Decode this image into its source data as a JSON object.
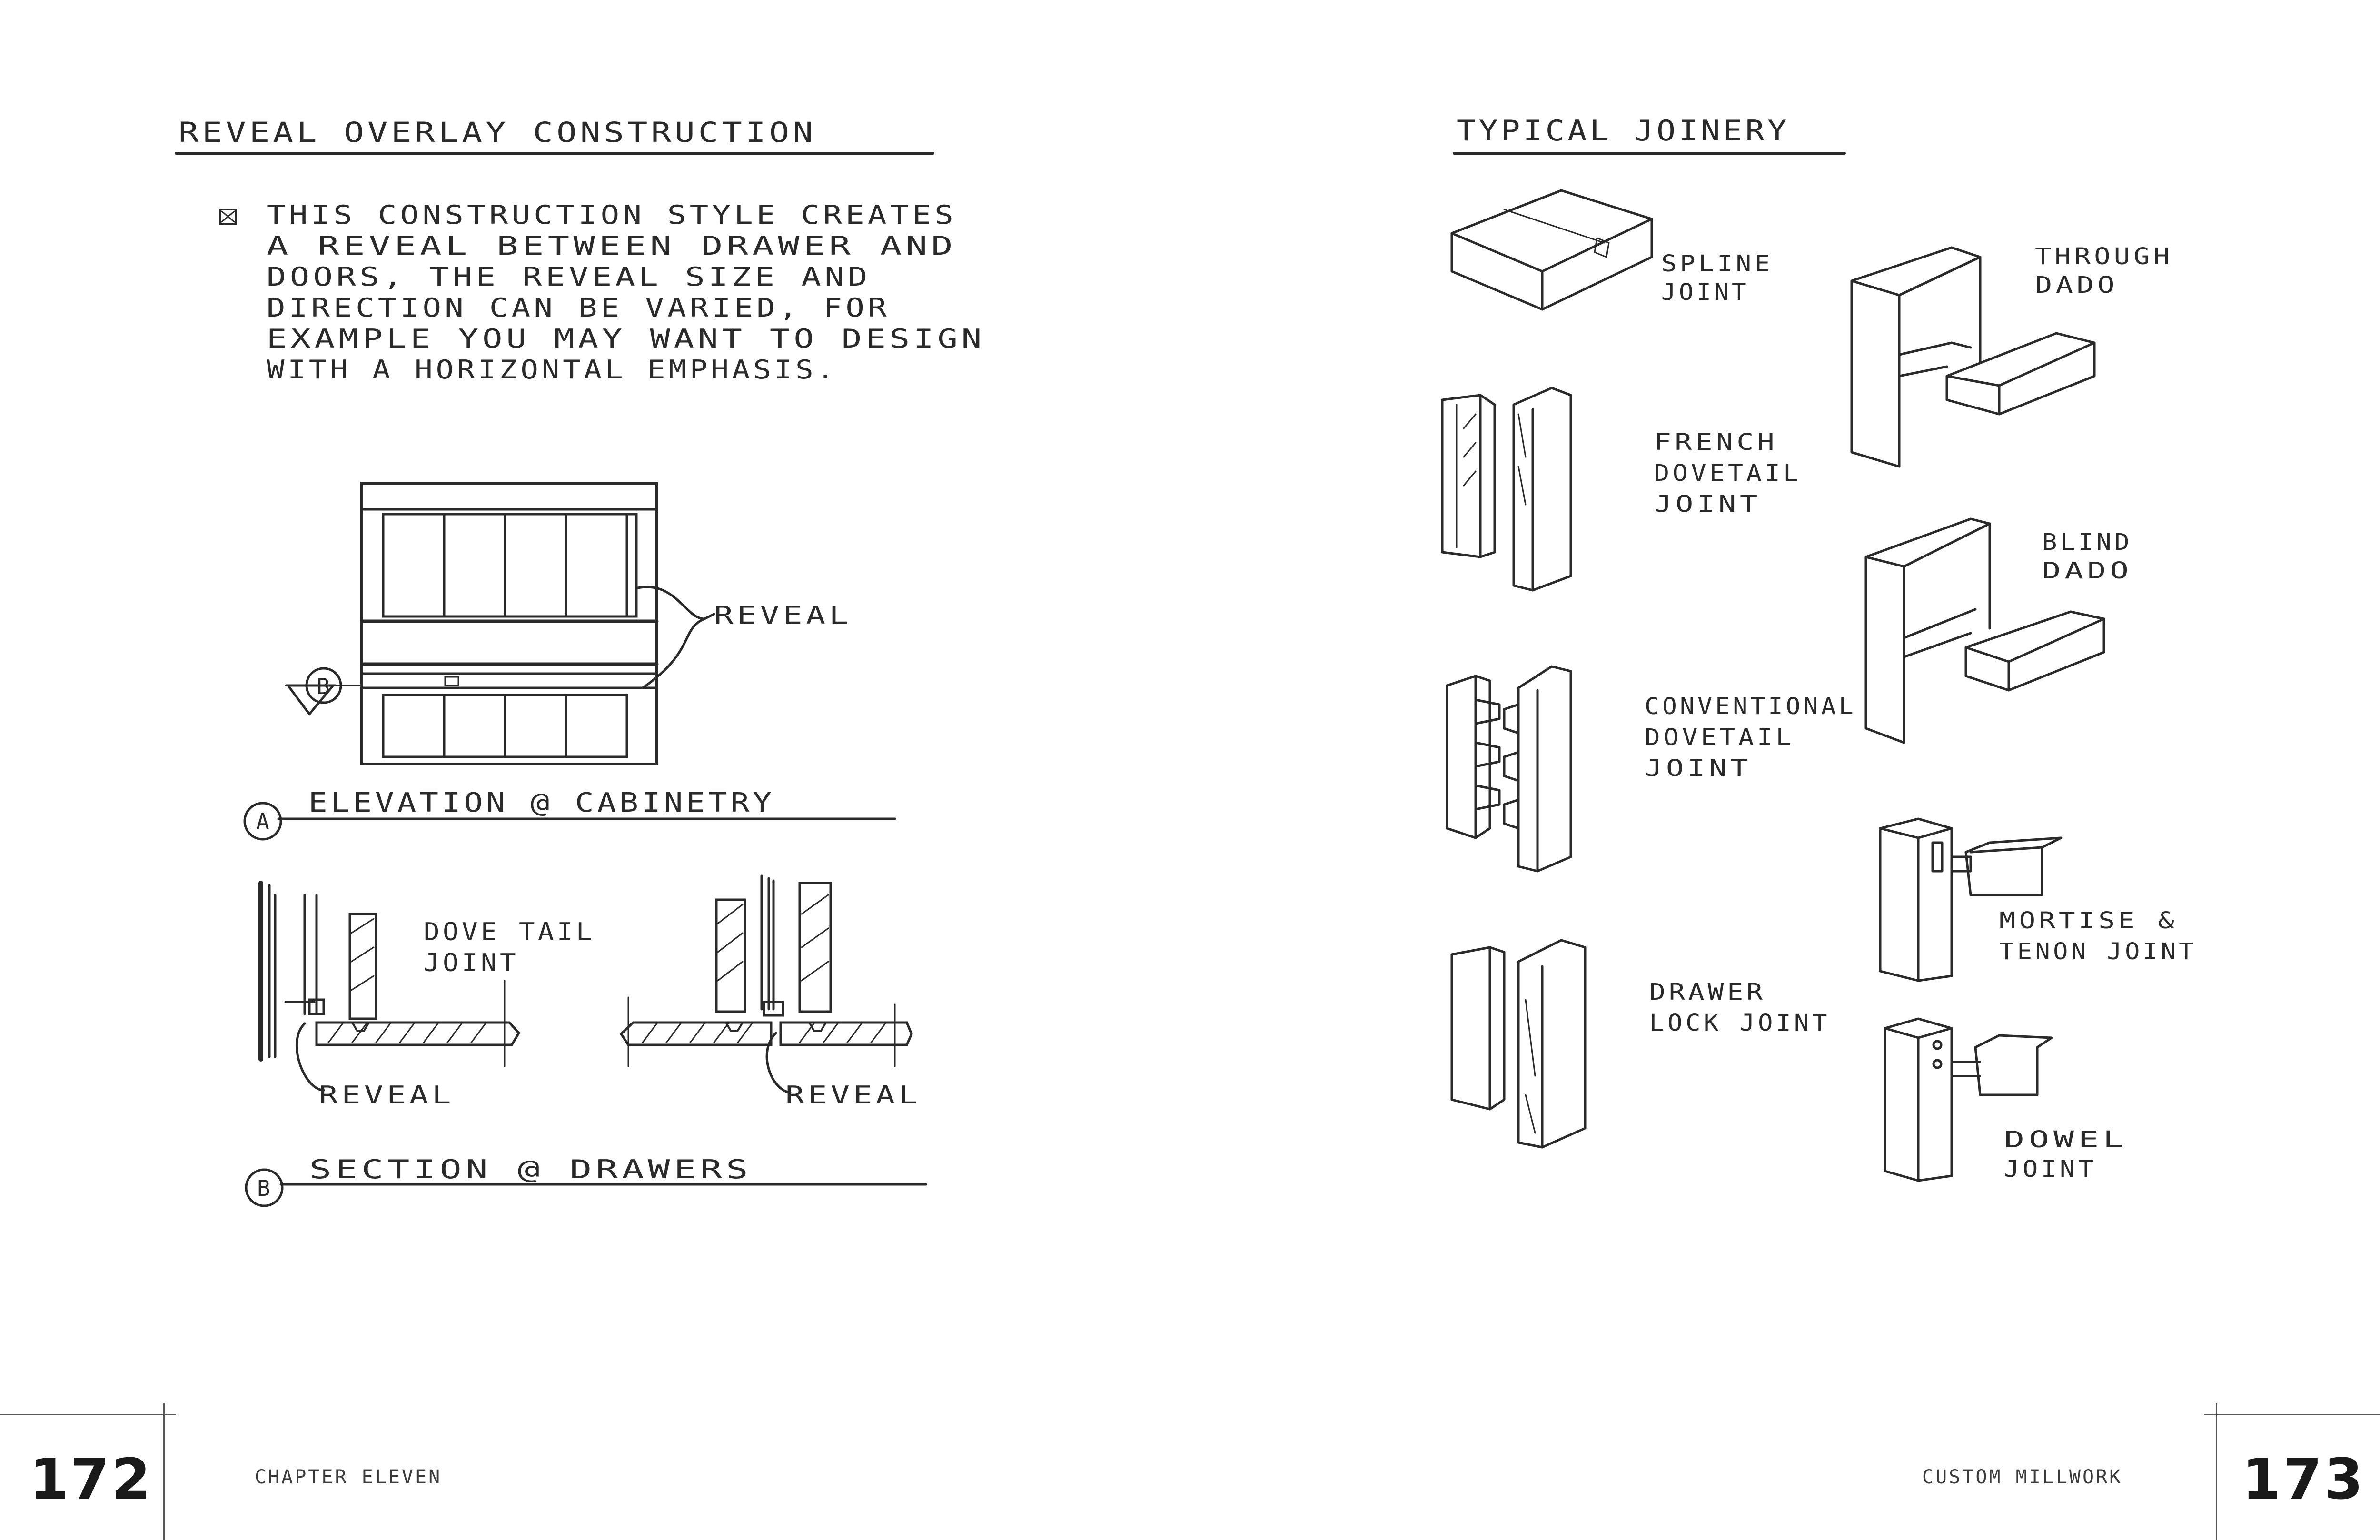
{
  "left_page": {
    "title": "REVEAL OVERLAY CONSTRUCTION",
    "bullet_lines": [
      "THIS CONSTRUCTION STYLE CREATES",
      "A REVEAL BETWEEN DRAWER AND",
      "DOORS, THE REVEAL SIZE AND",
      "DIRECTION CAN BE VARIED, FOR",
      "EXAMPLE YOU MAY WANT TO DESIGN",
      "WITH A HORIZONTAL EMPHASIS."
    ],
    "elevation": {
      "callout_label": "REVEAL",
      "section_marker": "B",
      "caption_marker": "A",
      "caption": "ELEVATION @ CABINETRY"
    },
    "section": {
      "joint_label_line1": "DOVE TAIL",
      "joint_label_line2": "JOINT",
      "reveal_left": "REVEAL",
      "reveal_right": "REVEAL",
      "caption_marker": "B",
      "caption": "SECTION @ DRAWERS"
    },
    "page_number": "172",
    "running_head": "CHAPTER ELEVEN"
  },
  "right_page": {
    "title": "TYPICAL JOINERY",
    "joints": {
      "spline": [
        "SPLINE",
        "JOINT"
      ],
      "through_dado": [
        "THROUGH",
        "DADO"
      ],
      "french_dovetail": [
        "FRENCH",
        "DOVETAIL",
        "JOINT"
      ],
      "blind_dado": [
        "BLIND",
        "DADO"
      ],
      "conventional_dovetail": [
        "CONVENTIONAL",
        "DOVETAIL",
        "JOINT"
      ],
      "mortise_tenon": [
        "MORTISE &",
        "TENON JOINT"
      ],
      "drawer_lock": [
        "DRAWER",
        "LOCK JOINT"
      ],
      "dowel": [
        "DOWEL",
        "JOINT"
      ]
    },
    "page_number": "173",
    "running_head": "CUSTOM MILLWORK"
  }
}
